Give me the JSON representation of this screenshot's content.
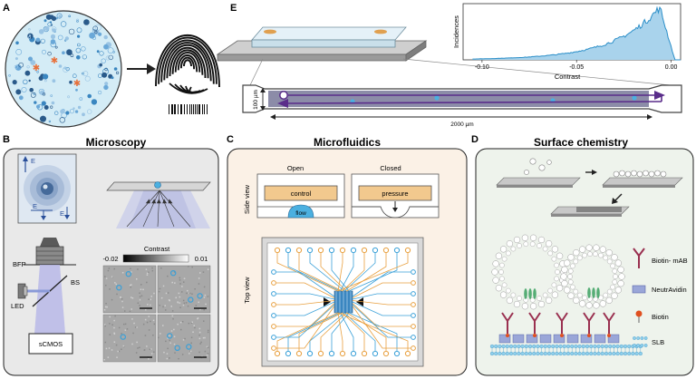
{
  "panels": {
    "a": {
      "letter": "A"
    },
    "e": {
      "letter": "E",
      "height_label": "100 µm",
      "length_label": "2000 µm",
      "histogram": {
        "ylabel": "Incidences",
        "xlabel": "Contrast",
        "ticks": [
          "-0.10",
          "-0.05",
          "0.00"
        ]
      }
    },
    "b": {
      "letter": "B",
      "title": "Microscopy",
      "field_label": "E",
      "bfp_label": "BFP",
      "bs_label": "BS",
      "led_label": "LED",
      "camera_label": "sCMOS",
      "contrast_title": "Contrast",
      "contrast_min": "-0.02",
      "contrast_max": "0.01"
    },
    "c": {
      "letter": "C",
      "title": "Microfluidics",
      "open_label": "Open",
      "closed_label": "Closed",
      "control_label": "control",
      "pressure_label": "pressure",
      "flow_label": "flow",
      "side_view_label": "Side view",
      "top_view_label": "Top view"
    },
    "d": {
      "letter": "D",
      "title": "Surface chemistry",
      "legend": [
        "Biotin- mAB",
        "NeutrAvidin",
        "Biotin",
        "SLB"
      ]
    }
  },
  "colors": {
    "panel_b_bg": "#e9e9e9",
    "panel_c_bg": "#fbf1e6",
    "panel_d_bg": "#eef3ec",
    "accent_blue": "#3aa0d8",
    "accent_orange": "#e8a040",
    "accent_purple": "#6a3d9a",
    "mab_red": "#9a3050",
    "neutravidin": "#9aa6d8"
  },
  "icons": [
    "fingerprint-icon",
    "barcode-icon",
    "arrow-right-icon"
  ]
}
